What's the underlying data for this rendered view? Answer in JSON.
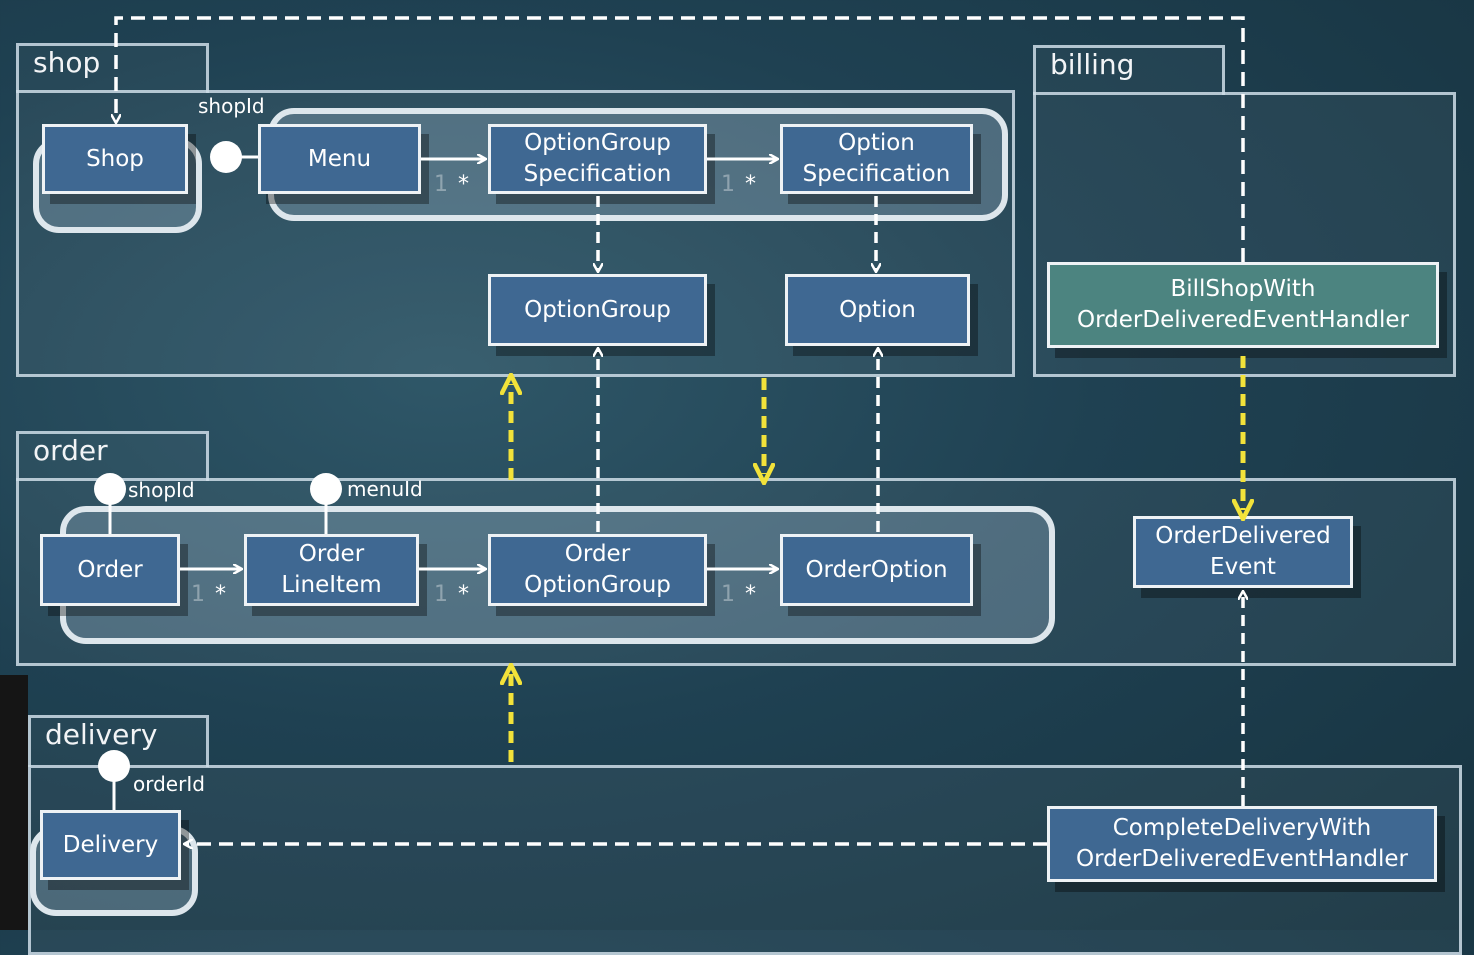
{
  "packages": {
    "shop": "shop",
    "billing": "billing",
    "order": "order",
    "delivery": "delivery"
  },
  "classes": {
    "shop": "Shop",
    "menu": "Menu",
    "option_group_spec": "OptionGroup\nSpecification",
    "option_spec": "Option\nSpecification",
    "option_group": "OptionGroup",
    "option": "Option",
    "bill_handler": "BillShopWith\nOrderDeliveredEventHandler",
    "order": "Order",
    "order_line_item": "Order\nLineItem",
    "order_option_group": "Order\nOptionGroup",
    "order_option": "OrderOption",
    "order_delivered_event": "OrderDelivered\nEvent",
    "delivery": "Delivery",
    "complete_delivery_handler": "CompleteDeliveryWith\nOrderDeliveredEventHandler"
  },
  "ports": {
    "shop_id_shop": "shopId",
    "shop_id_order": "shopId",
    "menu_id": "menuId",
    "order_id": "orderId"
  },
  "multiplicity": {
    "one": "1",
    "many": "*"
  },
  "colors": {
    "class_fill": "#3f6892",
    "handler_fill": "#4c8480",
    "dependency_arrow": "#f2e23a",
    "line": "#ffffff"
  }
}
